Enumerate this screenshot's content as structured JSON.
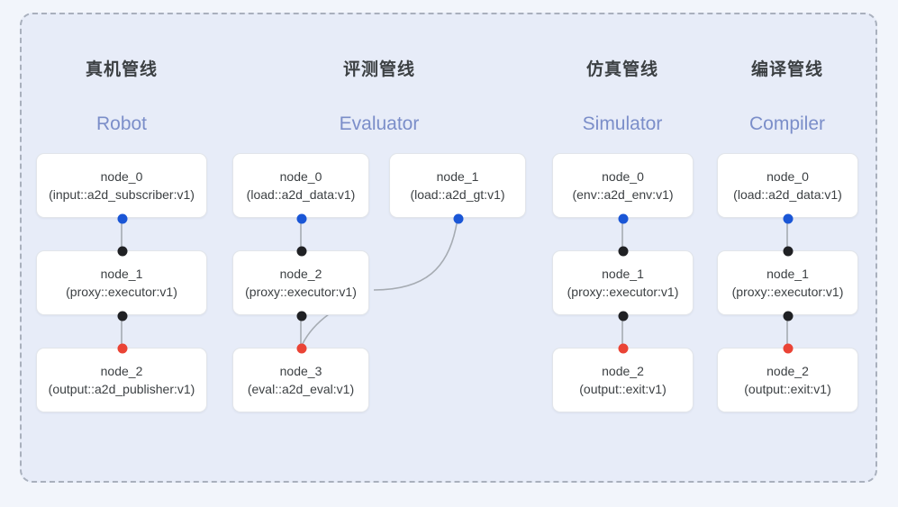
{
  "panel": {
    "accent_blue": "#7b8ec9",
    "port_blue": "#1a56d6",
    "port_red": "#ea4335",
    "port_black": "#202124",
    "panel_bg": "#e7ecf8",
    "page_bg": "#f2f5fb"
  },
  "columns": [
    {
      "title_cn": "真机管线",
      "title_en": "Robot"
    },
    {
      "title_cn": "评测管线",
      "title_en": "Evaluator"
    },
    {
      "title_cn": "仿真管线",
      "title_en": "Simulator"
    },
    {
      "title_cn": "编译管线",
      "title_en": "Compiler"
    }
  ],
  "nodes": [
    {
      "id": "node_0",
      "type": "(input::a2d_subscriber:v1)"
    },
    {
      "id": "node_1",
      "type": "(proxy::executor:v1)"
    },
    {
      "id": "node_2",
      "type": "(output::a2d_publisher:v1)"
    },
    {
      "id": "node_0",
      "type": "(load::a2d_data:v1)"
    },
    {
      "id": "node_1",
      "type": "(load::a2d_gt:v1)"
    },
    {
      "id": "node_2",
      "type": "(proxy::executor:v1)"
    },
    {
      "id": "node_3",
      "type": "(eval::a2d_eval:v1)"
    },
    {
      "id": "node_0",
      "type": "(env::a2d_env:v1)"
    },
    {
      "id": "node_1",
      "type": "(proxy::executor:v1)"
    },
    {
      "id": "node_2",
      "type": "(output::exit:v1)"
    },
    {
      "id": "node_0",
      "type": "(load::a2d_data:v1)"
    },
    {
      "id": "node_1",
      "type": "(proxy::executor:v1)"
    },
    {
      "id": "node_2",
      "type": "(output::exit:v1)"
    }
  ]
}
